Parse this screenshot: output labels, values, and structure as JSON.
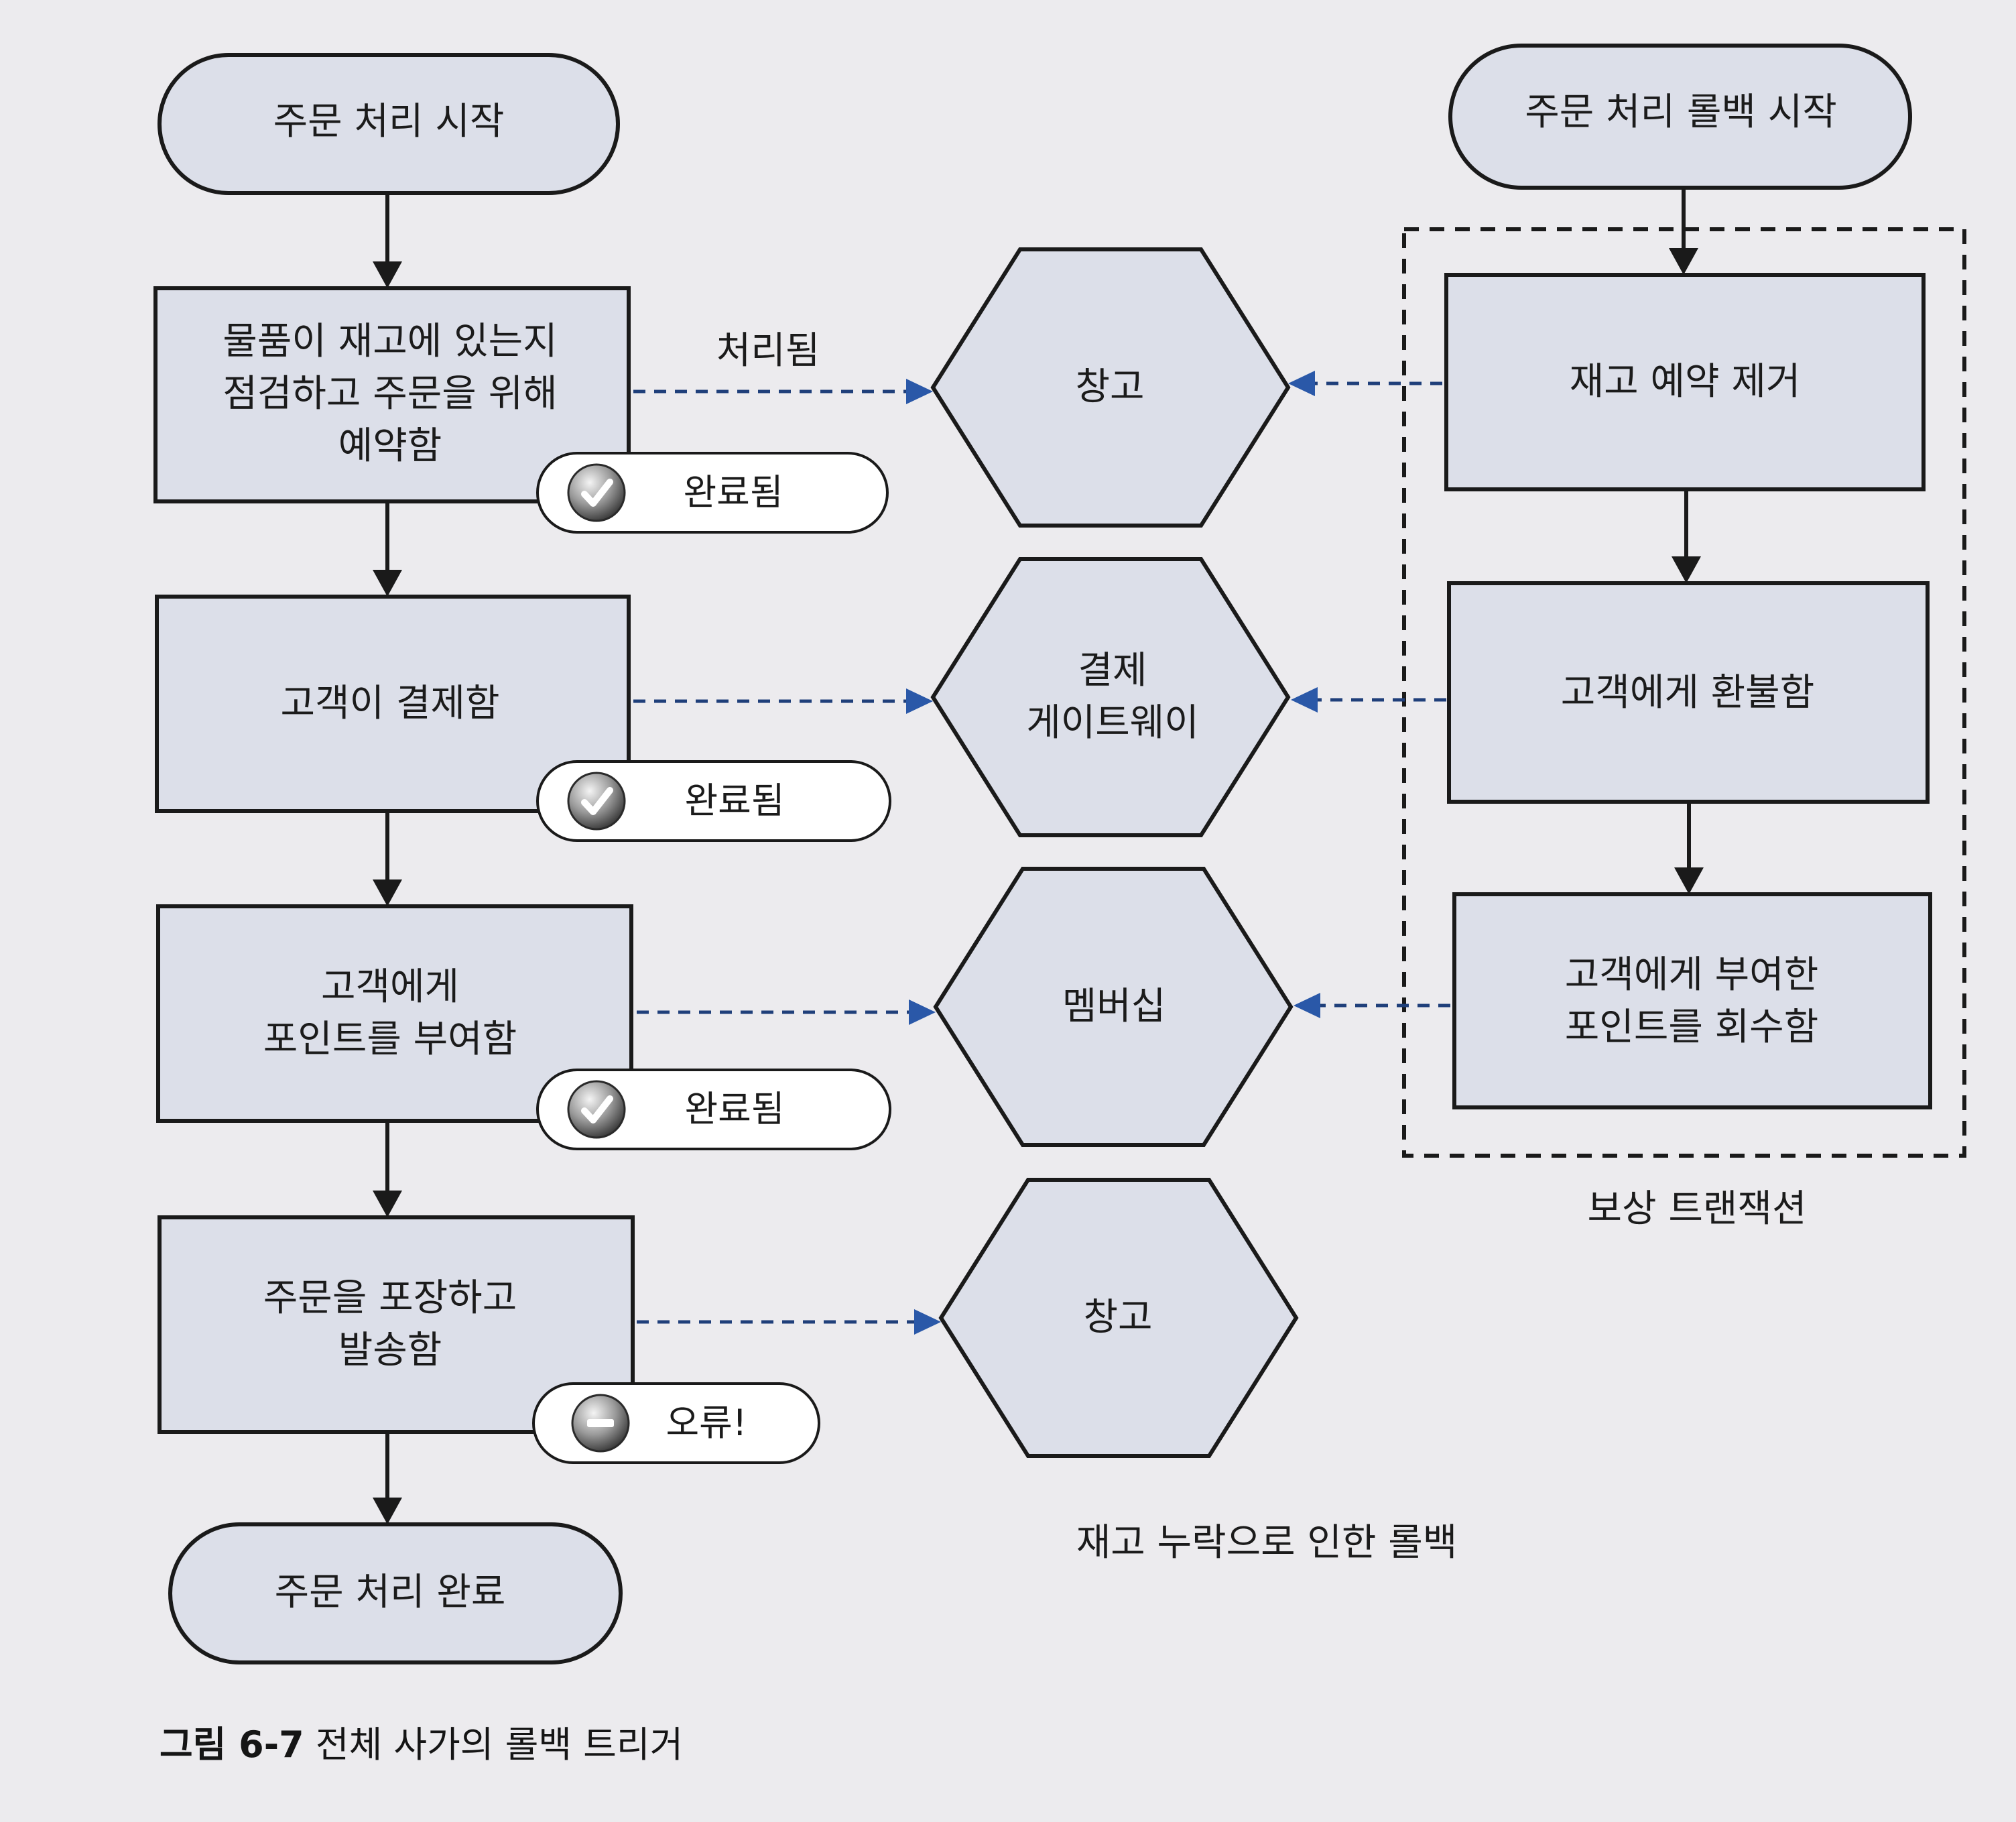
{
  "diagram": {
    "flow": {
      "start": "주문 처리 시작",
      "step_inventory": "물품이 재고에 있는지\n점검하고 주문을 위해\n예약함",
      "step_payment": "고객이 결제함",
      "step_points": "고객에게\n포인트를 부여함",
      "step_ship": "주문을 포장하고\n발송함",
      "end": "주문 처리 완료"
    },
    "status": {
      "done1": "완료됨",
      "done2": "완료됨",
      "done3": "완료됨",
      "error": "오류!"
    },
    "services": {
      "warehouse1": "창고",
      "payment_gateway": "결제\n게이트웨이",
      "membership": "멤버십",
      "warehouse2": "창고"
    },
    "rollback": {
      "start": "주문 처리 롤백 시작",
      "step_release": "재고 예약 제거",
      "step_refund": "고객에게 환불함",
      "step_revoke": "고객에게 부여한\n포인트를 회수함"
    },
    "edge_labels": {
      "processed": "처리됨"
    },
    "annotations": {
      "compensating": "보상 트랜잭션",
      "rollback_reason": "재고 누락으로 인한 롤백"
    },
    "caption": {
      "number": "그림 6-7",
      "text": " 전체 사가의 롤백 트리거"
    },
    "icons": {
      "done": "check-circle-icon",
      "error": "minus-circle-icon"
    },
    "colors": {
      "node_fill": "#dcdfe9",
      "dashed_arrow": "#2a58a8",
      "outline": "#1a1a1a"
    }
  }
}
